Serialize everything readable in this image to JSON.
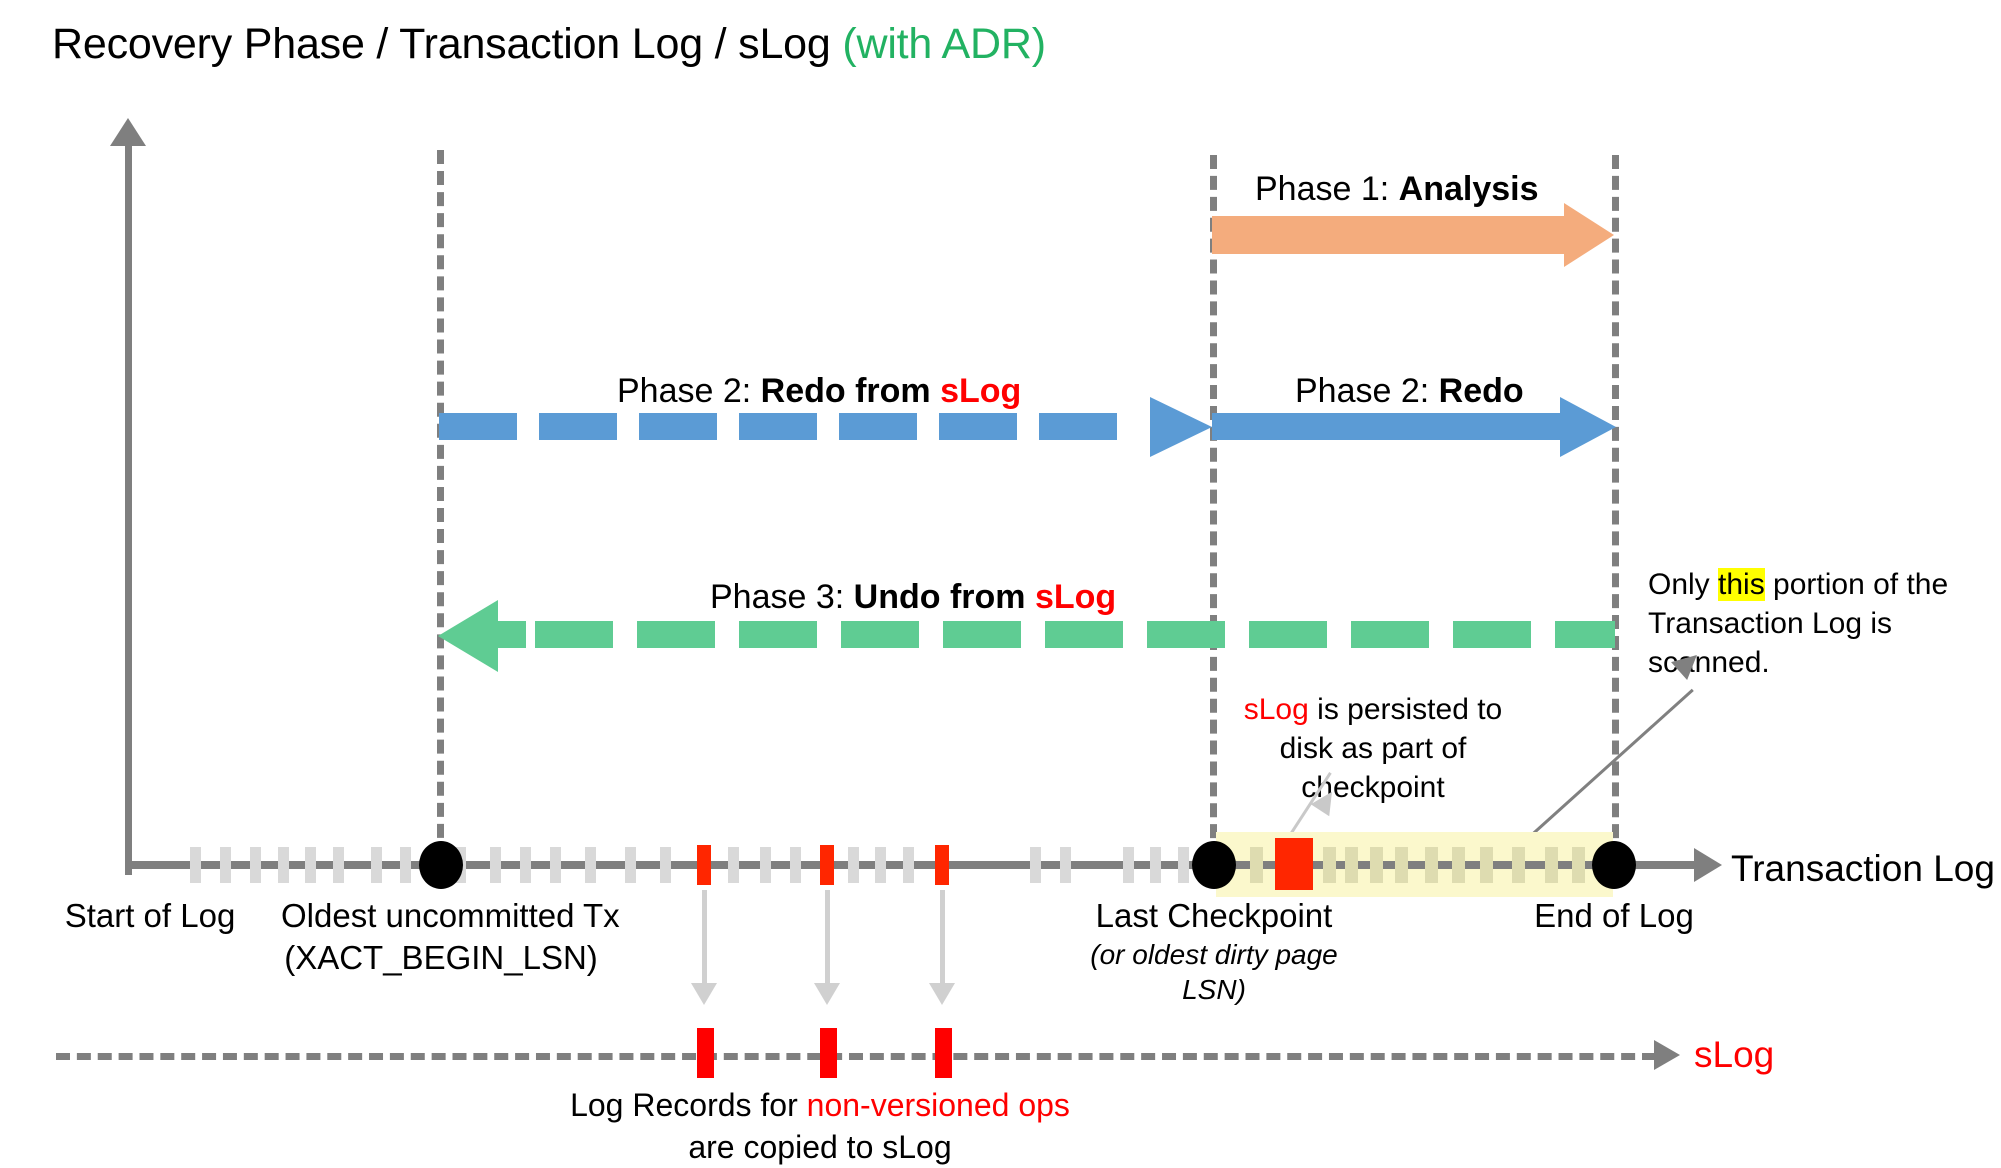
{
  "title": {
    "main": "Recovery Phase / Transaction Log / sLog ",
    "suffix": "(with ADR)"
  },
  "phases": [
    {
      "id": "analysis",
      "label_prefix": "Phase 1: ",
      "label_bold": "Analysis",
      "color": "#F4AC7D",
      "style": "solid",
      "direction": "right",
      "from": "Last Checkpoint",
      "to": "End of Log"
    },
    {
      "id": "redo-from-slog",
      "label_prefix": "Phase 2: ",
      "label_bold": "Redo from ",
      "label_red": "sLog",
      "color": "#5B9BD5",
      "style": "dashed",
      "direction": "right",
      "from": "Oldest uncommitted Tx",
      "to": "Last Checkpoint"
    },
    {
      "id": "redo",
      "label_prefix": "Phase 2: ",
      "label_bold": "Redo",
      "color": "#5B9BD5",
      "style": "solid",
      "direction": "right",
      "from": "Last Checkpoint",
      "to": "End of Log"
    },
    {
      "id": "undo-from-slog",
      "label_prefix": "Phase 3: ",
      "label_bold": "Undo from ",
      "label_red": "sLog",
      "color": "#5FCC93",
      "style": "dashed",
      "direction": "left",
      "from": "End of Log",
      "to": "Oldest uncommitted Tx"
    }
  ],
  "annotations": {
    "slog_checkpoint": {
      "red": "sLog",
      "rest": " is persisted to disk as part of checkpoint"
    },
    "scanned_portion": {
      "pre": "Only ",
      "highlight": "this",
      "post": " portion of the Transaction Log is scanned."
    },
    "slog_copy": {
      "line1_pre": "Log Records for ",
      "line1_red": "non-versioned ops",
      "line2": "are copied to sLog"
    }
  },
  "axis": {
    "start_label": "Start of Log",
    "transaction_log_label": "Transaction Log",
    "slog_label": "sLog"
  },
  "markers": [
    {
      "id": "oldest-uncommitted-tx",
      "line1": "Oldest uncommitted Tx",
      "line2": "(XACT_BEGIN_LSN)",
      "italic": false
    },
    {
      "id": "last-checkpoint",
      "line1": "Last Checkpoint",
      "line2": "(or oldest dirty page",
      "line3": "LSN)",
      "italic": true
    },
    {
      "id": "end-of-log",
      "line1": "End of Log",
      "line2": "",
      "italic": false
    }
  ],
  "colors": {
    "analysis": "#F4AC7D",
    "redo": "#5B9BD5",
    "undo": "#5FCC93",
    "accent_red": "#FF0000",
    "accent_green": "#22B262",
    "axis_gray": "#7F7F7F",
    "tick_gray": "#D9D9D9",
    "scan_band": "#FBF8CC",
    "highlight_yellow": "#FFFF00"
  }
}
